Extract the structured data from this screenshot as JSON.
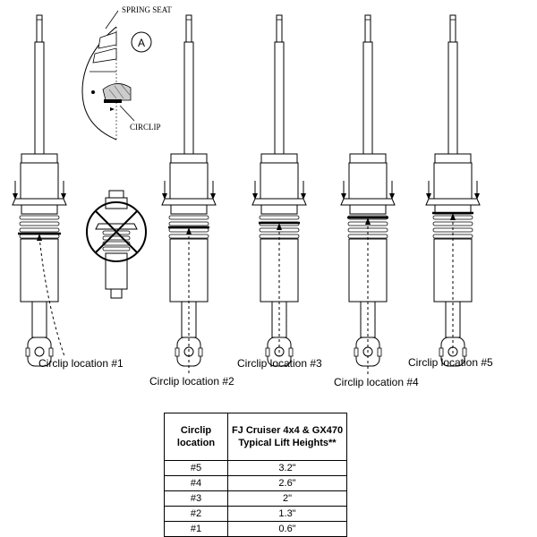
{
  "detail": {
    "spring_seat_label": "SPRING SEAT",
    "marker": "A",
    "circlip_label": "CIRCLIP"
  },
  "labels": {
    "loc1": "Circlip location #1",
    "loc2": "Circlip location #2",
    "loc3": "Circlip location #3",
    "loc4": "Circlip location #4",
    "loc5": "Circlip location #5"
  },
  "table": {
    "header_location": "Circlip location",
    "header_lift": "FJ Cruiser 4x4 & GX470 Typical Lift Heights**",
    "rows": [
      {
        "location": "#5",
        "lift": "3.2\""
      },
      {
        "location": "#4",
        "lift": "2.6\""
      },
      {
        "location": "#3",
        "lift": "2\""
      },
      {
        "location": "#2",
        "lift": "1.3\""
      },
      {
        "location": "#1",
        "lift": "0.6\""
      }
    ]
  }
}
